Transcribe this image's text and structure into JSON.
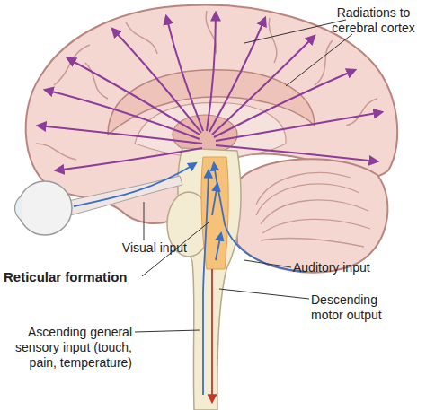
{
  "diagram": {
    "labels": [
      "Radiations to cerebral cortex",
      "Visual input",
      "Reticular formation",
      "Auditory input",
      "Descending motor output",
      "Ascending general sensory input (touch, pain, temperature)"
    ]
  }
}
